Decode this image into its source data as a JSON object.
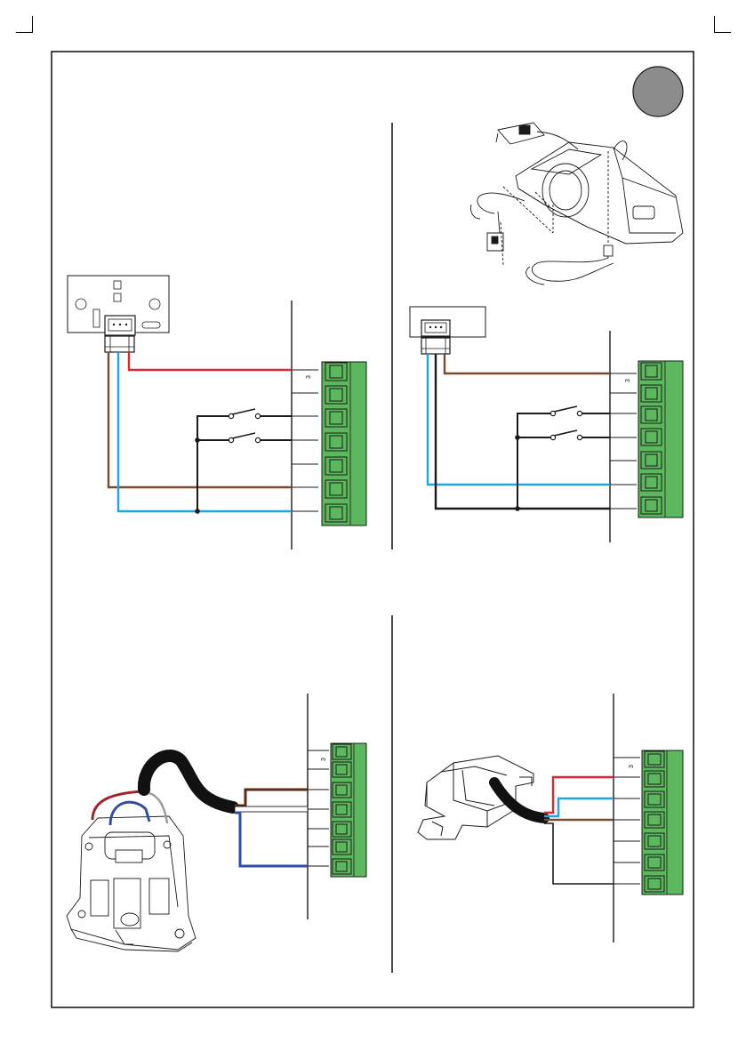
{
  "badge": {
    "text": ""
  },
  "panels": [
    {
      "id": "panel-top-left",
      "terminal_marks": [
        "3",
        "",
        "",
        "",
        "",
        "",
        ""
      ]
    },
    {
      "id": "panel-top-right",
      "terminal_marks": [
        "3",
        "",
        "",
        "",
        "",
        "",
        ""
      ]
    },
    {
      "id": "panel-bottom-left",
      "terminal_marks": [
        "3",
        "",
        "",
        "",
        "",
        "",
        ""
      ]
    },
    {
      "id": "panel-bottom-right",
      "terminal_marks": [
        "3",
        "",
        "",
        "",
        "",
        "",
        ""
      ]
    }
  ],
  "colors": {
    "terminal_green": "#5cb85c",
    "wire_red": "#e0262e",
    "wire_brown": "#7b4a2a",
    "wire_light_blue": "#1ea7dc",
    "wire_dark_blue": "#2e4fa3",
    "wire_dark_brown": "#5a2a12",
    "wire_black": "#1a1a1a",
    "badge_gray": "#8c8c8c"
  }
}
